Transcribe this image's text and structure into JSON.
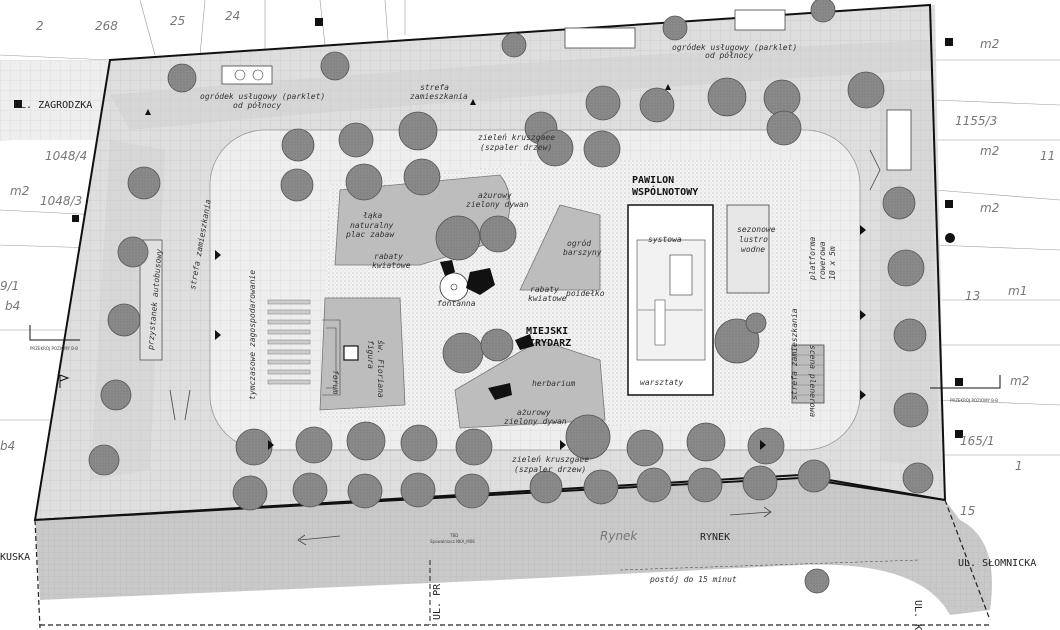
{
  "streets": {
    "zagrodzka": "UL. ZAGRODZKA",
    "rynek": "RYNEK",
    "rynek_italic": "Rynek",
    "slomnicka": "UL. SŁOMNICKA",
    "kuska": "KUSKA",
    "ul_pr": "UL. PR",
    "ul_k": "UL. K"
  },
  "parcels": {
    "p25": "25",
    "p24": "24",
    "p2": "2",
    "p268": "268",
    "p1048_4": "1048/4",
    "p1048_3": "1048/3",
    "pm2_left": "m2",
    "p9_1": "9/1",
    "p5b4": "b4",
    "p_b4": "b4",
    "p1155_3": "1155/3",
    "pm2_r1": "m2",
    "pm2_r2": "m2",
    "pm2_r3": "m2",
    "pm2_r4": "m2",
    "pm1": "m1",
    "p13": "13",
    "p165_1": "165/1",
    "p1": "1",
    "p11": "11",
    "p15": "15"
  },
  "plan": {
    "title": "PAWILON WSPÓLNOTOWY",
    "title_line1": "PAWILON",
    "title_line2": "WSPÓLNOTOWY",
    "garden_line1": "MIEJSKI",
    "garden_line2": "WIRYDARZ",
    "fontanna": "fontanna",
    "systowa": "systowa",
    "warsztaty": "warsztaty",
    "sezonowe_1": "sezonowe",
    "sezonowe_2": "lustro",
    "sezonowe_3": "wodne",
    "scena": "scena plenerowa",
    "platforma_1": "platforma",
    "platforma_2": "rowerowa",
    "platforma_3": "10 x 5m",
    "ogrod_n1_a": "ogródek usługowy (parklet)",
    "ogrod_n1_b": "od północy",
    "ogrod_n2_a": "ogródek usługowy (parklet)",
    "ogrod_n2_b": "od północy",
    "strefa_zam_top_a": "strefa",
    "strefa_zam_top_b": "zamieszkania",
    "strefa_zam_left": "strefa zamieszkania",
    "strefa_zam_right": "strefa zamieszkania",
    "przystanek": "przystanek autobusowy",
    "tymczasowe": "tymczasowe zagospodarowanie",
    "szpaler_top_a": "zieleń kruszgaee",
    "szpaler_top_b": "(szpaler drzew)",
    "szpaler_bot_a": "zieleń kruszgaee",
    "szpaler_bot_b": "(szpaler drzew)",
    "azurowy_top_a": "ażurowy",
    "azurowy_top_b": "zielony dywan",
    "azurowy_bot_a": "ażurowy",
    "azurowy_bot_b": "zielony dywan",
    "laka_a": "łąka",
    "laka_b": "naturalny",
    "laka_c": "plac zabaw",
    "rabaty_kw_a": "rabaty",
    "rabaty_kw_b": "kwiatowe",
    "rabaty_kw2_a": "rabaty",
    "rabaty_kw2_b": "kwiatowe",
    "ogrod_barszyny_a": "ogród",
    "ogrod_barszyny_b": "barszyny",
    "poidelko": "poidełko",
    "herbarium": "herbarium",
    "figura_a": "figura",
    "figura_b": "św. Floriana",
    "forum": "forum",
    "postoj": "postój do 15 minut",
    "przekroj_aa": "PRZEKRÓJ POZIOMY B-B",
    "przekroj_bb": "PRZEKRÓJ POZIOMY B-B",
    "tbd_a": "TBD",
    "tbd_b": "Spowalniacz NKA_M06"
  },
  "colors": {
    "paving": "#d6d6d6",
    "grid": "#b9b9b9",
    "tree": "#8c8c8c",
    "tree_dark": "#5f5f5f",
    "boundary": "#111111"
  }
}
